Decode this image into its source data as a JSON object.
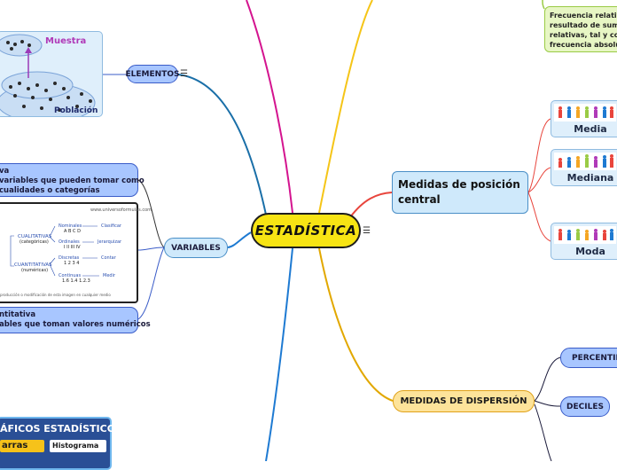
{
  "central": {
    "title": "ESTADÍSTICA"
  },
  "elementos": {
    "label": "ELEMENTOS"
  },
  "muestra_image": {
    "muestra": "Muestra",
    "poblacion": "Población"
  },
  "variables": {
    "label": "VARIABLES"
  },
  "cualitativa": {
    "line1": "va",
    "line2": "variables que pueden tomar como",
    "line3": "cualidades o categorías"
  },
  "cuantitativa": {
    "line1": "ntitativa",
    "line2": "ables que toman valores numéricos"
  },
  "tabla_image": {
    "url": "www.universoformulas.com",
    "cualitativas": "CUALITATIVAS",
    "categoricas": "(categóricas)",
    "cuantitativas": "CUANTITATIVAS",
    "numericas": "(numéricas)",
    "nominales": "Nominales",
    "nominales_ex": "A B C D",
    "ordinales": "Ordinales",
    "ordinales_ex": "I II III IV",
    "discretas": "Discretas",
    "discretas_ex": "1 2 3 4",
    "continuas": "Continuas",
    "continuas_ex": "1.6 1.4 1.2.3",
    "clasificar": "Clasificar",
    "jerarquizar": "Jerarquizar",
    "contar": "Contar",
    "medir": "Medir",
    "footer": "producción o modificación de esta imagen en cualquier medio"
  },
  "graficos_image": {
    "title": "ÁFICOS ESTADÍSTICOS",
    "barras": "arras",
    "histograma": "Histograma"
  },
  "frecuencia": {
    "line1": "Frecuencia relativa",
    "line2": "resultado de sumar",
    "line3": "relativas, tal y como",
    "line4": "frecuencia absoluta"
  },
  "medidas_posicion": {
    "line1": "Medidas de posición",
    "line2": "central"
  },
  "media": {
    "label": "Media"
  },
  "mediana": {
    "label": "Mediana"
  },
  "moda": {
    "label": "Moda"
  },
  "dispersion": {
    "label": "MEDIDAS DE DISPERSIÓN"
  },
  "percentil": {
    "label": "PERCENTIL"
  },
  "deciles": {
    "label": "DECILES"
  },
  "colors": {
    "central_fill": "#f7e414",
    "link_red": "#e8453c",
    "link_magenta": "#d4148f",
    "link_yellow": "#f5c518",
    "link_blue": "#1e7ad2",
    "link_teal": "#1a6fa8",
    "link_gold": "#e2a800"
  },
  "icons": {
    "menu": "hamburger-menu-icon"
  }
}
